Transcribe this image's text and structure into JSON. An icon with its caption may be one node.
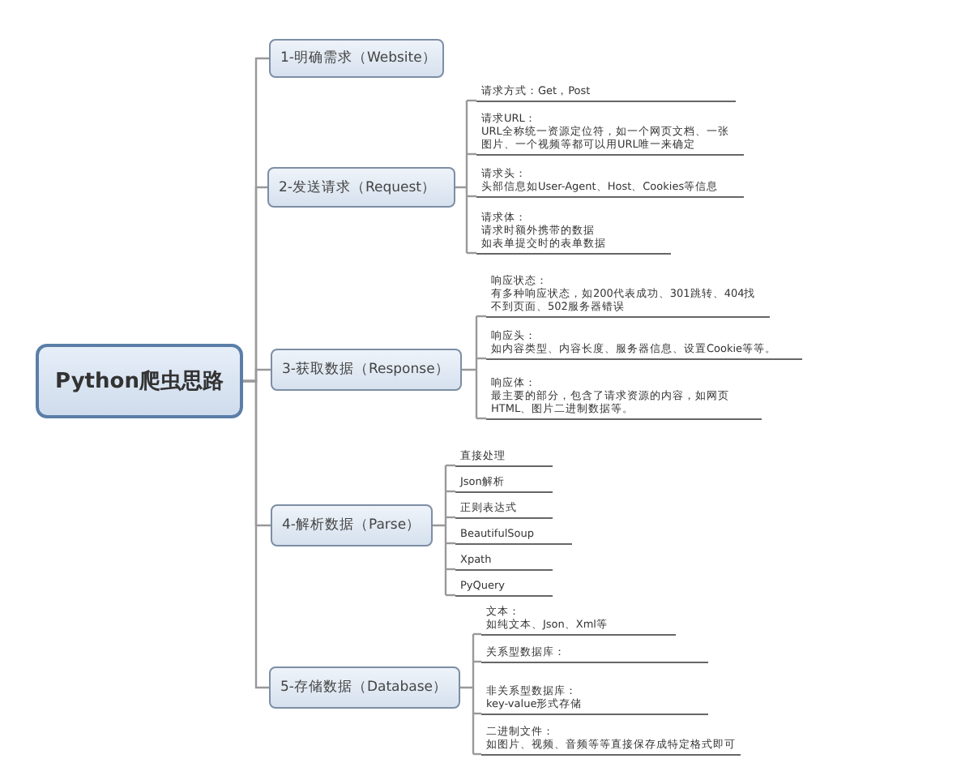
{
  "diagram": {
    "nodes": [
      {
        "text": [
          "Python爬虫思路"
        ]
      },
      {
        "text": [
          "1-明确需求（Website）"
        ]
      },
      {
        "text": [
          "2-发送请求（Request）"
        ]
      },
      {
        "text": [
          "请求方式：Get，Post"
        ]
      },
      {
        "text": [
          "请求URL：",
          "URL全称统一资源定位符，如一个网页文档、一张图片、一个视频等都可以用URL唯一来确定"
        ]
      },
      {
        "text": [
          "请求头：",
          "头部信息如User-Agent、Host、Cookies等信息"
        ]
      },
      {
        "text": [
          "请求体：",
          "请求时额外携带的数据",
          "如表单提交时的表单数据"
        ]
      },
      {
        "text": [
          "3-获取数据（Response）"
        ]
      },
      {
        "text": [
          "响应状态：",
          "有多种响应状态，如200代表成功、301跳转、404找不到页面、502服务器错误"
        ]
      },
      {
        "text": [
          "响应头：",
          "如内容类型、内容长度、服务器信息、设置Cookie等等。"
        ]
      },
      {
        "text": [
          "响应体：",
          "最主要的部分，包含了请求资源的内容，如网页HTML、图片二进制数据等。"
        ]
      },
      {
        "text": [
          "4-解析数据（Parse）"
        ]
      },
      {
        "text": [
          "直接处理"
        ]
      },
      {
        "text": [
          "Json解析"
        ]
      },
      {
        "text": [
          "正则表达式"
        ]
      },
      {
        "text": [
          "BeautifulSoup"
        ]
      },
      {
        "text": [
          "Xpath"
        ]
      },
      {
        "text": [
          "PyQuery"
        ]
      },
      {
        "text": [
          "5-存储数据（Database）"
        ]
      },
      {
        "text": [
          "文本：",
          "如纯文本、Json、Xml等"
        ]
      },
      {
        "text": [
          "关系型数据库："
        ]
      },
      {
        "text": [
          "非关系型数据库：",
          "key-value形式存储"
        ]
      },
      {
        "text": [
          "二进制文件：",
          "如图片、视频、音频等等直接保存成特定格式即可"
        ]
      }
    ],
    "edges": [
      {
        "from": 0,
        "to": 1,
        "arrow": "none"
      },
      {
        "from": 0,
        "to": 2,
        "arrow": "none"
      },
      {
        "from": 0,
        "to": 7,
        "arrow": "none"
      },
      {
        "from": 0,
        "to": 11,
        "arrow": "none"
      },
      {
        "from": 0,
        "to": 18,
        "arrow": "none"
      },
      {
        "from": 2,
        "to": 3,
        "arrow": "none"
      },
      {
        "from": 2,
        "to": 4,
        "arrow": "none"
      },
      {
        "from": 2,
        "to": 5,
        "arrow": "none"
      },
      {
        "from": 2,
        "to": 6,
        "arrow": "none"
      },
      {
        "from": 7,
        "to": 8,
        "arrow": "none"
      },
      {
        "from": 7,
        "to": 9,
        "arrow": "none"
      },
      {
        "from": 7,
        "to": 10,
        "arrow": "none"
      },
      {
        "from": 11,
        "to": 12,
        "arrow": "none"
      },
      {
        "from": 11,
        "to": 13,
        "arrow": "none"
      },
      {
        "from": 11,
        "to": 14,
        "arrow": "none"
      },
      {
        "from": 11,
        "to": 15,
        "arrow": "none"
      },
      {
        "from": 11,
        "to": 16,
        "arrow": "none"
      },
      {
        "from": 11,
        "to": 17,
        "arrow": "none"
      },
      {
        "from": 18,
        "to": 19,
        "arrow": "none"
      },
      {
        "from": 18,
        "to": 20,
        "arrow": "none"
      },
      {
        "from": 18,
        "to": 21,
        "arrow": "none"
      },
      {
        "from": 18,
        "to": 22,
        "arrow": "none"
      }
    ]
  }
}
